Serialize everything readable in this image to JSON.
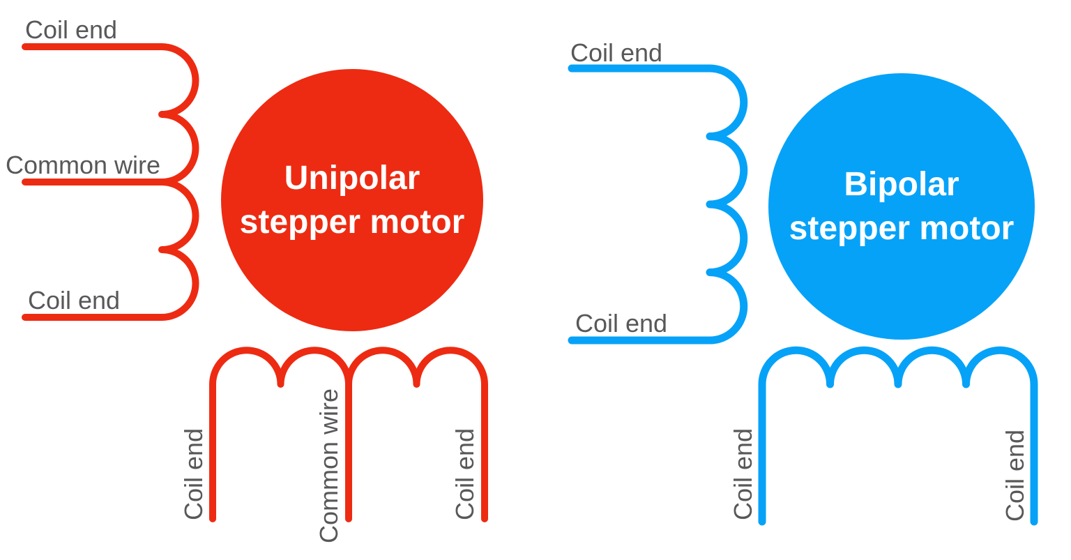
{
  "colors": {
    "unipolar_red": "#ED2B12",
    "bipolar_blue": "#06A2F8",
    "label_gray": "#58585A",
    "circle_text_white": "#FFFFFF",
    "background": "#FFFFFF"
  },
  "unipolar": {
    "circle_label_line1": "Unipolar",
    "circle_label_line2": "stepper motor",
    "left_coil": {
      "top_label": "Coil end",
      "middle_label": "Common wire",
      "bottom_label": "Coil end"
    },
    "bottom_coil": {
      "left_label": "Coil end",
      "middle_label": "Common wire",
      "right_label": "Coil end"
    }
  },
  "bipolar": {
    "circle_label_line1": "Bipolar",
    "circle_label_line2": "stepper motor",
    "left_coil": {
      "top_label": "Coil end",
      "bottom_label": "Coil end"
    },
    "bottom_coil": {
      "left_label": "Coil end",
      "right_label": "Coil end"
    }
  }
}
